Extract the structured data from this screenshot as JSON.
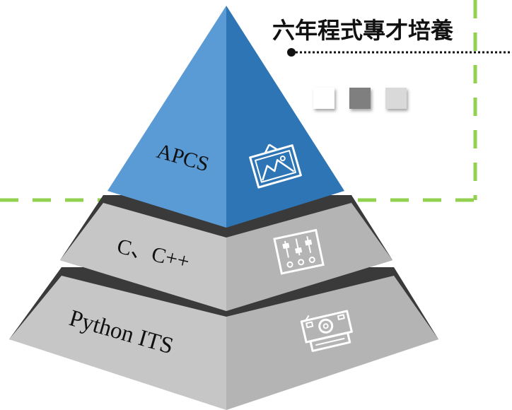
{
  "title": "六年程式專才培養",
  "layers": [
    {
      "label": "APCS",
      "icon": "framed-picture-icon",
      "face_left": "#5b9bd5",
      "face_right": "#2e75b6"
    },
    {
      "label": "C、C++",
      "icon": "mixer-sliders-icon",
      "face_left": "#c8c8c8",
      "face_right": "#b5b5b5"
    },
    {
      "label": "Python ITS",
      "icon": "instant-camera-icon",
      "face_left": "#c8c8c8",
      "face_right": "#b5b5b5"
    }
  ],
  "colors": {
    "accent_blue": "#2e75b6",
    "dashed_line": "#92d050",
    "shelf": "#3c3c3c",
    "dot_line": "#111111"
  },
  "squares": [
    "#ffffff",
    "#7f7f7f",
    "#d9d9d9"
  ]
}
